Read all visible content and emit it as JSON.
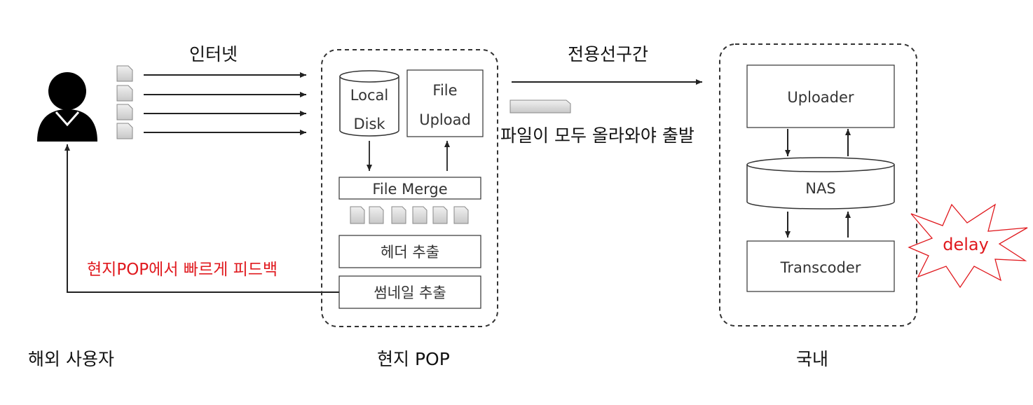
{
  "diagram": {
    "labels": {
      "internet": "인터넷",
      "dedicated_line": "전용선구간",
      "depart_condition": "파일이 모두 올라와야 출발",
      "feedback": "현지POP에서 빠르게 피드백",
      "overseas_user": "해외 사용자",
      "local_pop": "현지 POP",
      "domestic": "국내"
    },
    "local_pop": {
      "local_disk": [
        "Local",
        "Disk"
      ],
      "file_upload": [
        "File",
        "Upload"
      ],
      "file_merge": "File Merge",
      "header_extract": "헤더 추출",
      "thumbnail_extract": "썸네일 추출",
      "chunk_count": 6
    },
    "domestic": {
      "uploader": "Uploader",
      "nas": "NAS",
      "transcoder": "Transcoder"
    },
    "badge": {
      "text": "delay",
      "color": "#e0191e"
    },
    "upload_chunks": 4,
    "colors": {
      "line": "#222222",
      "box_border": "#333333",
      "feedback_text": "#e0191e",
      "chunk_fill": "#d9d9d9"
    }
  }
}
